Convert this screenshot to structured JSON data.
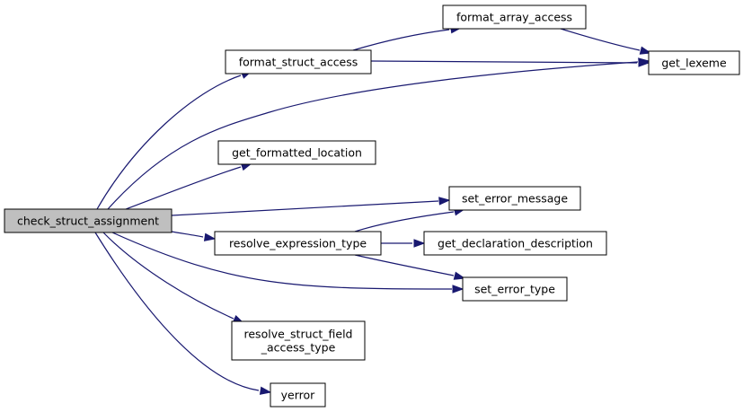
{
  "graph": {
    "colors": {
      "edge": "#191970",
      "node_fill": "#ffffff",
      "root_fill": "#bfbfbf",
      "border": "#000000"
    },
    "nodes": {
      "check_struct_assignment": {
        "lines": [
          "check_struct_assignment"
        ],
        "root": true
      },
      "format_struct_access": {
        "lines": [
          "format_struct_access"
        ]
      },
      "format_array_access": {
        "lines": [
          "format_array_access"
        ]
      },
      "get_lexeme": {
        "lines": [
          "get_lexeme"
        ]
      },
      "get_formatted_location": {
        "lines": [
          "get_formatted_location"
        ]
      },
      "set_error_message": {
        "lines": [
          "set_error_message"
        ]
      },
      "resolve_expression_type": {
        "lines": [
          "resolve_expression_type"
        ]
      },
      "get_declaration_description": {
        "lines": [
          "get_declaration_description"
        ]
      },
      "set_error_type": {
        "lines": [
          "set_error_type"
        ]
      },
      "resolve_struct_field_access_type": {
        "lines": [
          "resolve_struct_field",
          "_access_type"
        ]
      },
      "yerror": {
        "lines": [
          "yerror"
        ]
      }
    },
    "edges": [
      {
        "from": "check_struct_assignment",
        "to": "format_struct_access"
      },
      {
        "from": "check_struct_assignment",
        "to": "get_lexeme"
      },
      {
        "from": "check_struct_assignment",
        "to": "get_formatted_location"
      },
      {
        "from": "check_struct_assignment",
        "to": "set_error_message"
      },
      {
        "from": "check_struct_assignment",
        "to": "resolve_expression_type"
      },
      {
        "from": "check_struct_assignment",
        "to": "set_error_type"
      },
      {
        "from": "check_struct_assignment",
        "to": "resolve_struct_field_access_type"
      },
      {
        "from": "check_struct_assignment",
        "to": "yerror"
      },
      {
        "from": "format_struct_access",
        "to": "format_array_access"
      },
      {
        "from": "format_struct_access",
        "to": "get_lexeme"
      },
      {
        "from": "format_array_access",
        "to": "get_lexeme"
      },
      {
        "from": "resolve_expression_type",
        "to": "set_error_message"
      },
      {
        "from": "resolve_expression_type",
        "to": "get_declaration_description"
      },
      {
        "from": "resolve_expression_type",
        "to": "set_error_type"
      }
    ]
  }
}
